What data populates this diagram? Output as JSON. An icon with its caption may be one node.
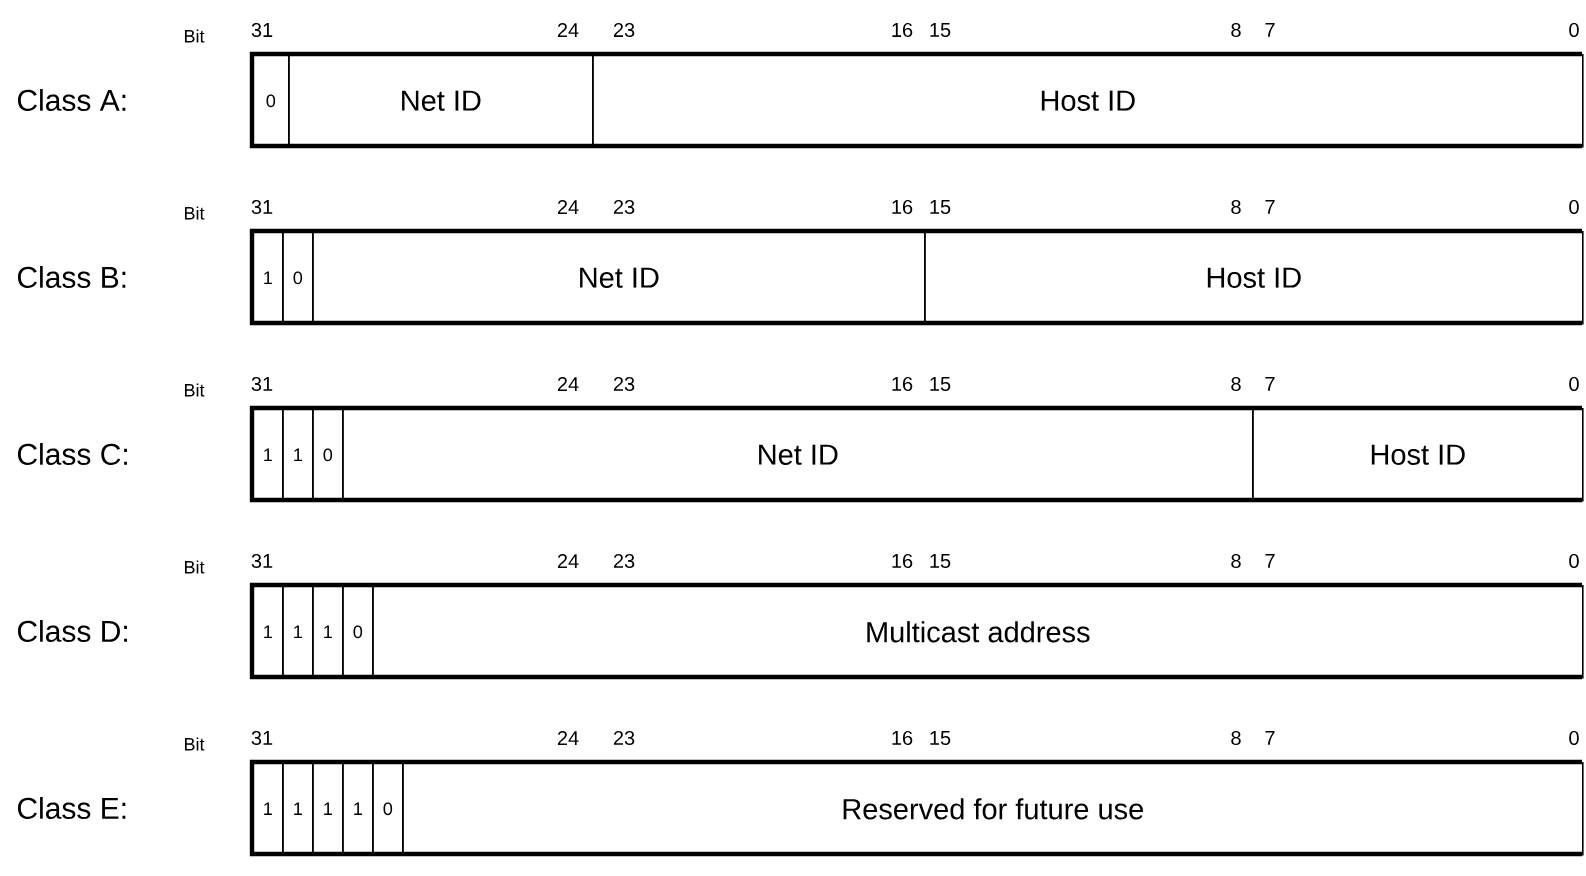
{
  "diagram": {
    "nodes": [
      {
        "text": [
          "0"
        ]
      },
      {
        "text": [
          "Net ID"
        ]
      },
      {
        "text": [
          "Host ID"
        ]
      },
      {
        "text": [
          "1"
        ]
      },
      {
        "text": [
          "0"
        ]
      },
      {
        "text": [
          "Net ID"
        ]
      },
      {
        "text": [
          "Host ID"
        ]
      },
      {
        "text": [
          "1"
        ]
      },
      {
        "text": [
          "1"
        ]
      },
      {
        "text": [
          "0"
        ]
      },
      {
        "text": [
          "Net ID"
        ]
      },
      {
        "text": [
          "Host ID"
        ]
      },
      {
        "text": [
          "1"
        ]
      },
      {
        "text": [
          "1"
        ]
      },
      {
        "text": [
          "1"
        ]
      },
      {
        "text": [
          "0"
        ]
      },
      {
        "text": [
          "Multicast address"
        ]
      },
      {
        "text": [
          "1"
        ]
      },
      {
        "text": [
          "1"
        ]
      },
      {
        "text": [
          "1"
        ]
      },
      {
        "text": [
          "1"
        ]
      },
      {
        "text": [
          "0"
        ]
      },
      {
        "text": [
          "Reserved for future use"
        ]
      }
    ],
    "labels": [
      "Bit",
      "31",
      "24",
      "23",
      "16",
      "15",
      "8",
      "7",
      "0",
      "Class A:",
      "Bit",
      "31",
      "24",
      "23",
      "16",
      "15",
      "8",
      "7",
      "0",
      "Class B:",
      "Bit",
      "31",
      "24",
      "23",
      "16",
      "15",
      "8",
      "7",
      "0",
      "Class C:",
      "Bit",
      "31",
      "24",
      "23",
      "16",
      "15",
      "8",
      "7",
      "0",
      "Class D:",
      "Bit",
      "31",
      "24",
      "23",
      "16",
      "15",
      "8",
      "7",
      "0",
      "Class E:"
    ]
  }
}
